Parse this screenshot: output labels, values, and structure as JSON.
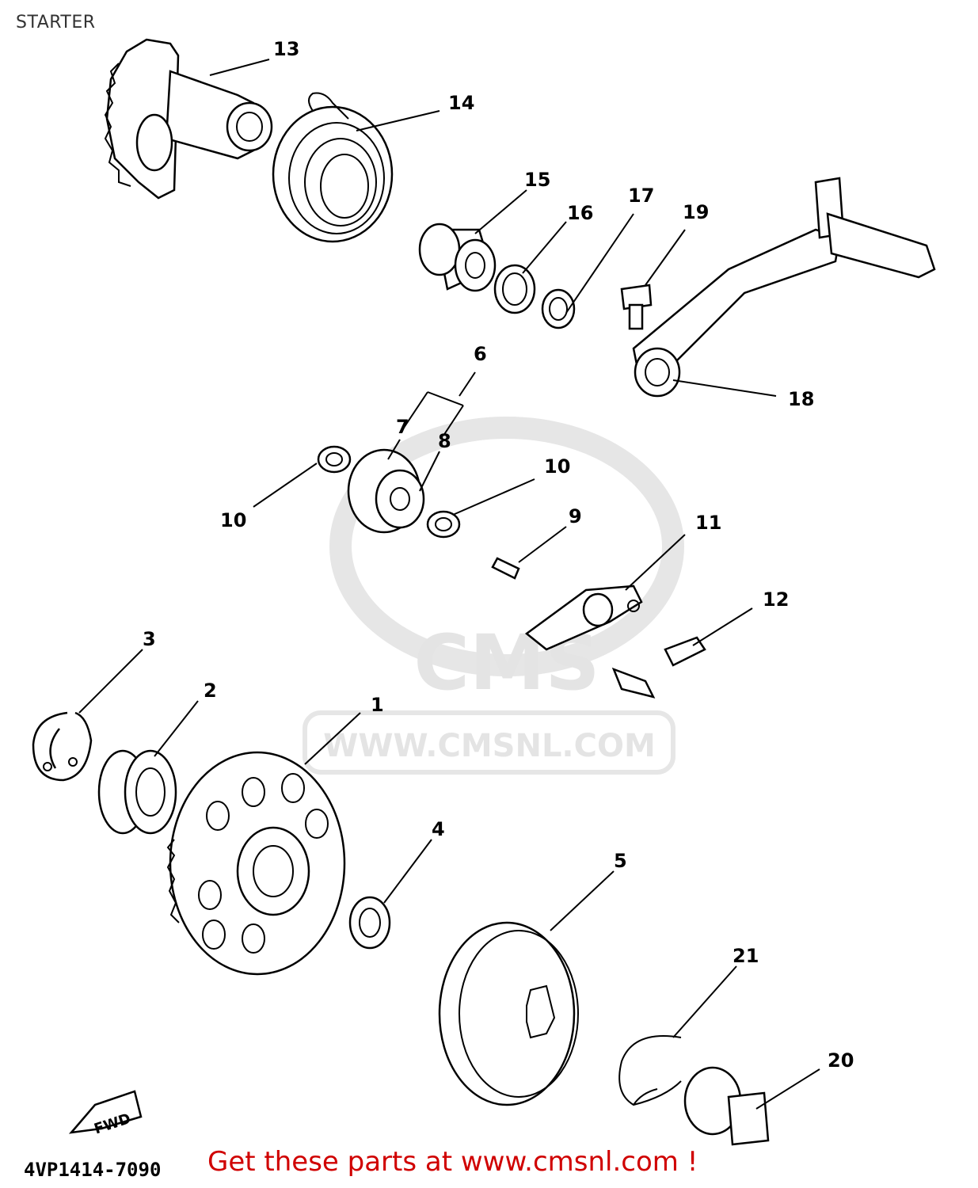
{
  "title": "STARTER",
  "watermark": {
    "brand": "CMS",
    "url": "WWW.CMSNL.COM"
  },
  "direction_tag": "FWD",
  "footer": {
    "diagram_code": "4VP1414-7090",
    "cta": "Get these parts at www.cmsnl.com !"
  },
  "callouts": [
    {
      "num": "1"
    },
    {
      "num": "2"
    },
    {
      "num": "3"
    },
    {
      "num": "4"
    },
    {
      "num": "5"
    },
    {
      "num": "6"
    },
    {
      "num": "7"
    },
    {
      "num": "8"
    },
    {
      "num": "9"
    },
    {
      "num": "10"
    },
    {
      "num": "10"
    },
    {
      "num": "11"
    },
    {
      "num": "12"
    },
    {
      "num": "13"
    },
    {
      "num": "14"
    },
    {
      "num": "15"
    },
    {
      "num": "16"
    },
    {
      "num": "17"
    },
    {
      "num": "18"
    },
    {
      "num": "19"
    },
    {
      "num": "20"
    },
    {
      "num": "21"
    }
  ]
}
